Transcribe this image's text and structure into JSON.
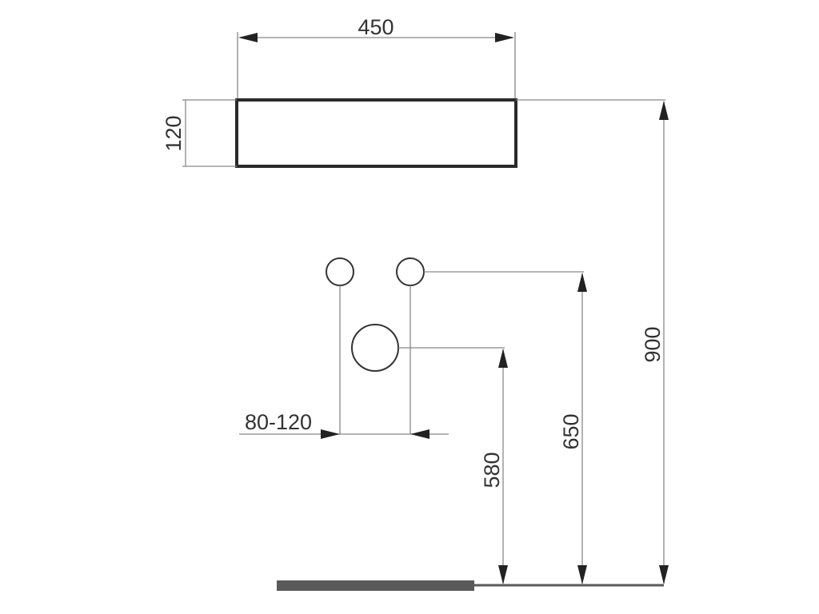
{
  "dimensions": {
    "width": "450",
    "height": "120",
    "mount_height": "900",
    "supply_height": "650",
    "drain_height": "580",
    "supply_spacing": "80-120"
  },
  "colors": {
    "outline": "#2a2a2a",
    "dimension_line": "#888888",
    "floor": "#5a5a5a"
  }
}
